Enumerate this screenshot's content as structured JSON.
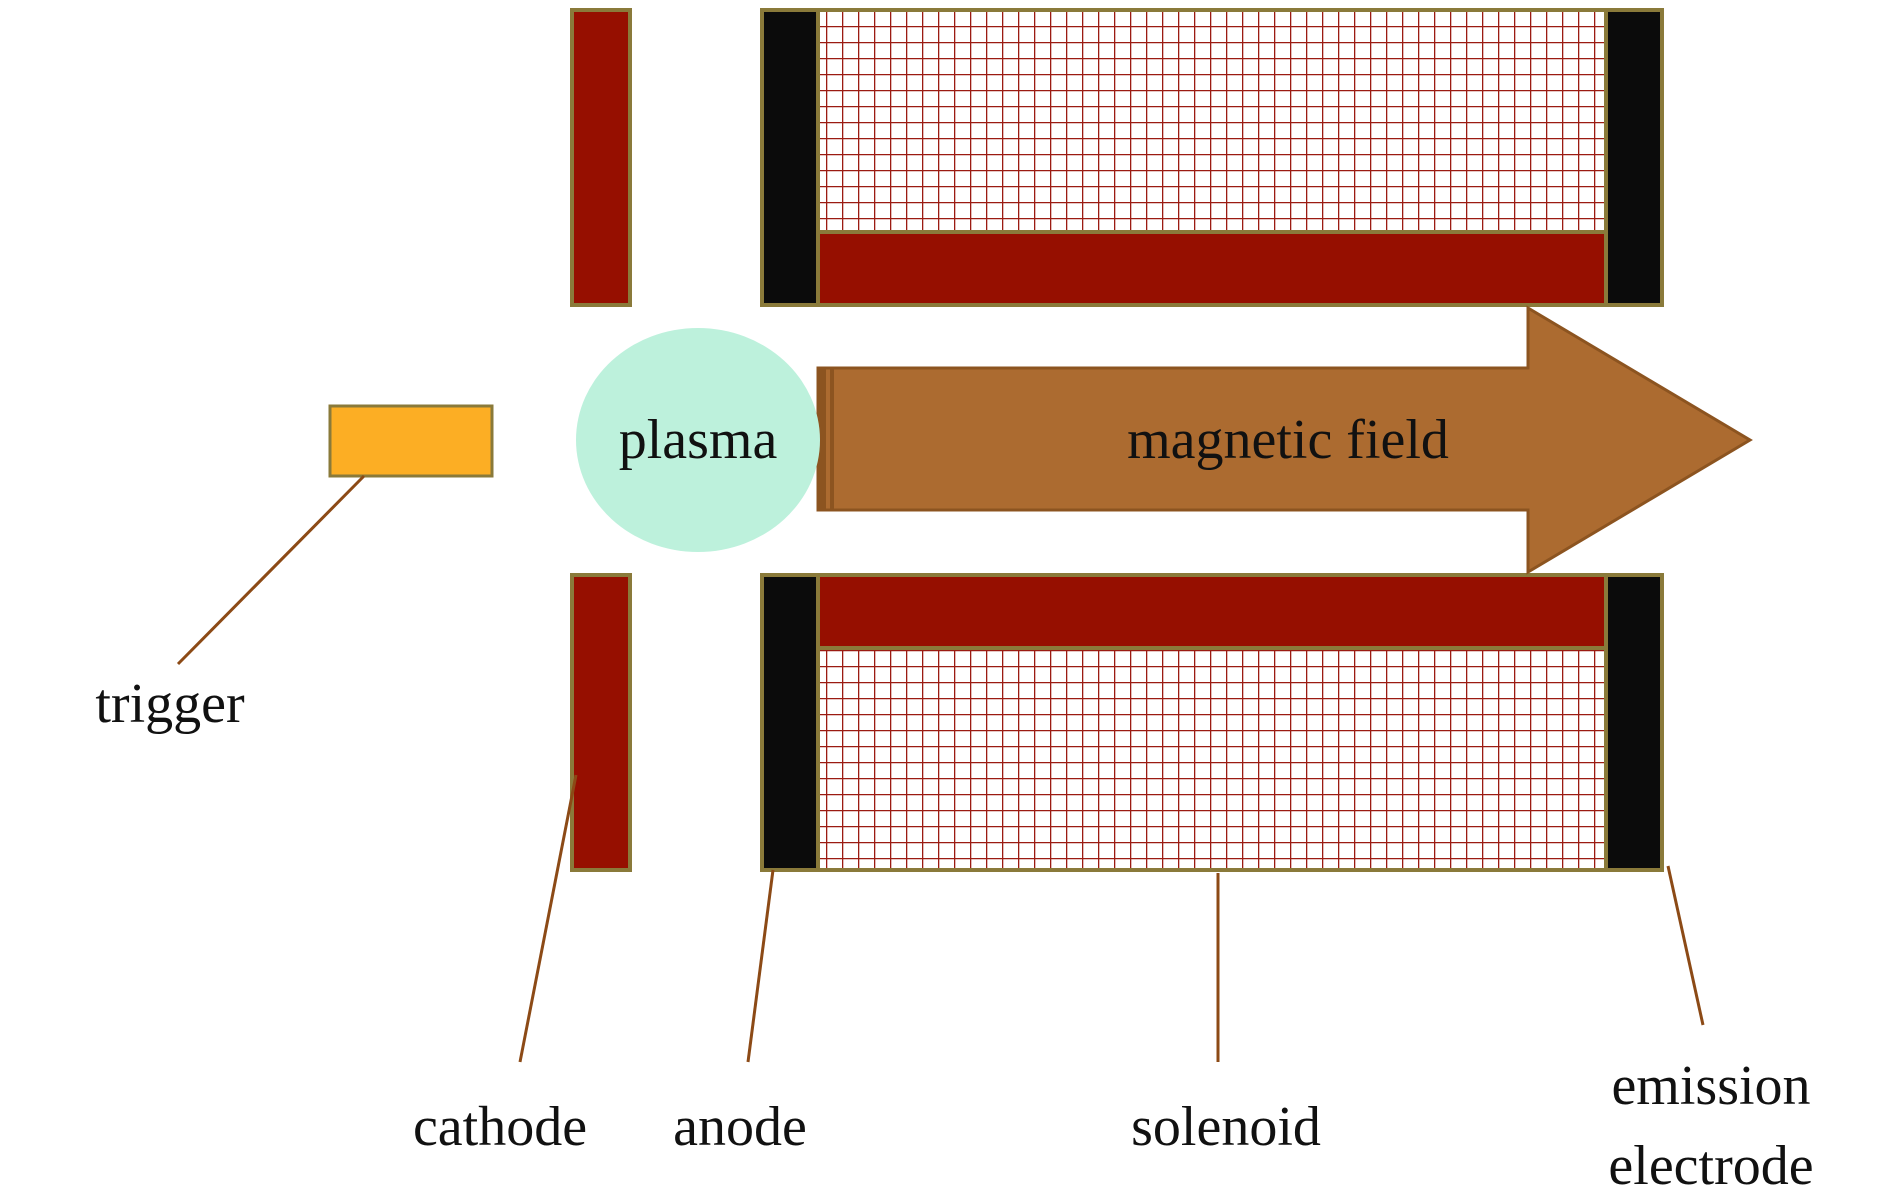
{
  "labels": {
    "plasma": "plasma",
    "magnetic_field": "magnetic field",
    "trigger": "trigger",
    "cathode": "cathode",
    "anode": "anode",
    "solenoid": "solenoid",
    "emission_line1": "emission",
    "emission_line2": "electrode"
  },
  "colors": {
    "cathode_red": "#960f00",
    "outline_olive": "#8a7a3a",
    "anode_black": "#0b0b0b",
    "grid_line": "#9b1b12",
    "trigger_orange": "#fcae24",
    "plasma_fill": "#bdf1dc",
    "arrow_fill": "#ac6b30",
    "arrow_edge": "#8c5420",
    "leader_brown": "#8c4a16"
  }
}
